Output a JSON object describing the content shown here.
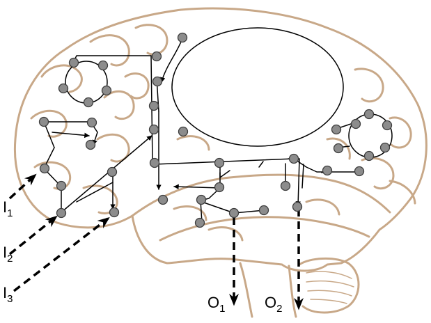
{
  "diagram": {
    "colors": {
      "brain_outline": "#c8a888",
      "node_fill": "#8c8c8c",
      "node_stroke": "#3c3c3c",
      "wire": "#000000",
      "ellipse_fill": "#ffffff"
    },
    "inputs": [
      {
        "main": "I",
        "sub": "1"
      },
      {
        "main": "I",
        "sub": "2"
      },
      {
        "main": "I",
        "sub": "3"
      }
    ],
    "outputs": [
      {
        "main": "O",
        "sub": "1"
      },
      {
        "main": "O",
        "sub": "2"
      }
    ]
  }
}
